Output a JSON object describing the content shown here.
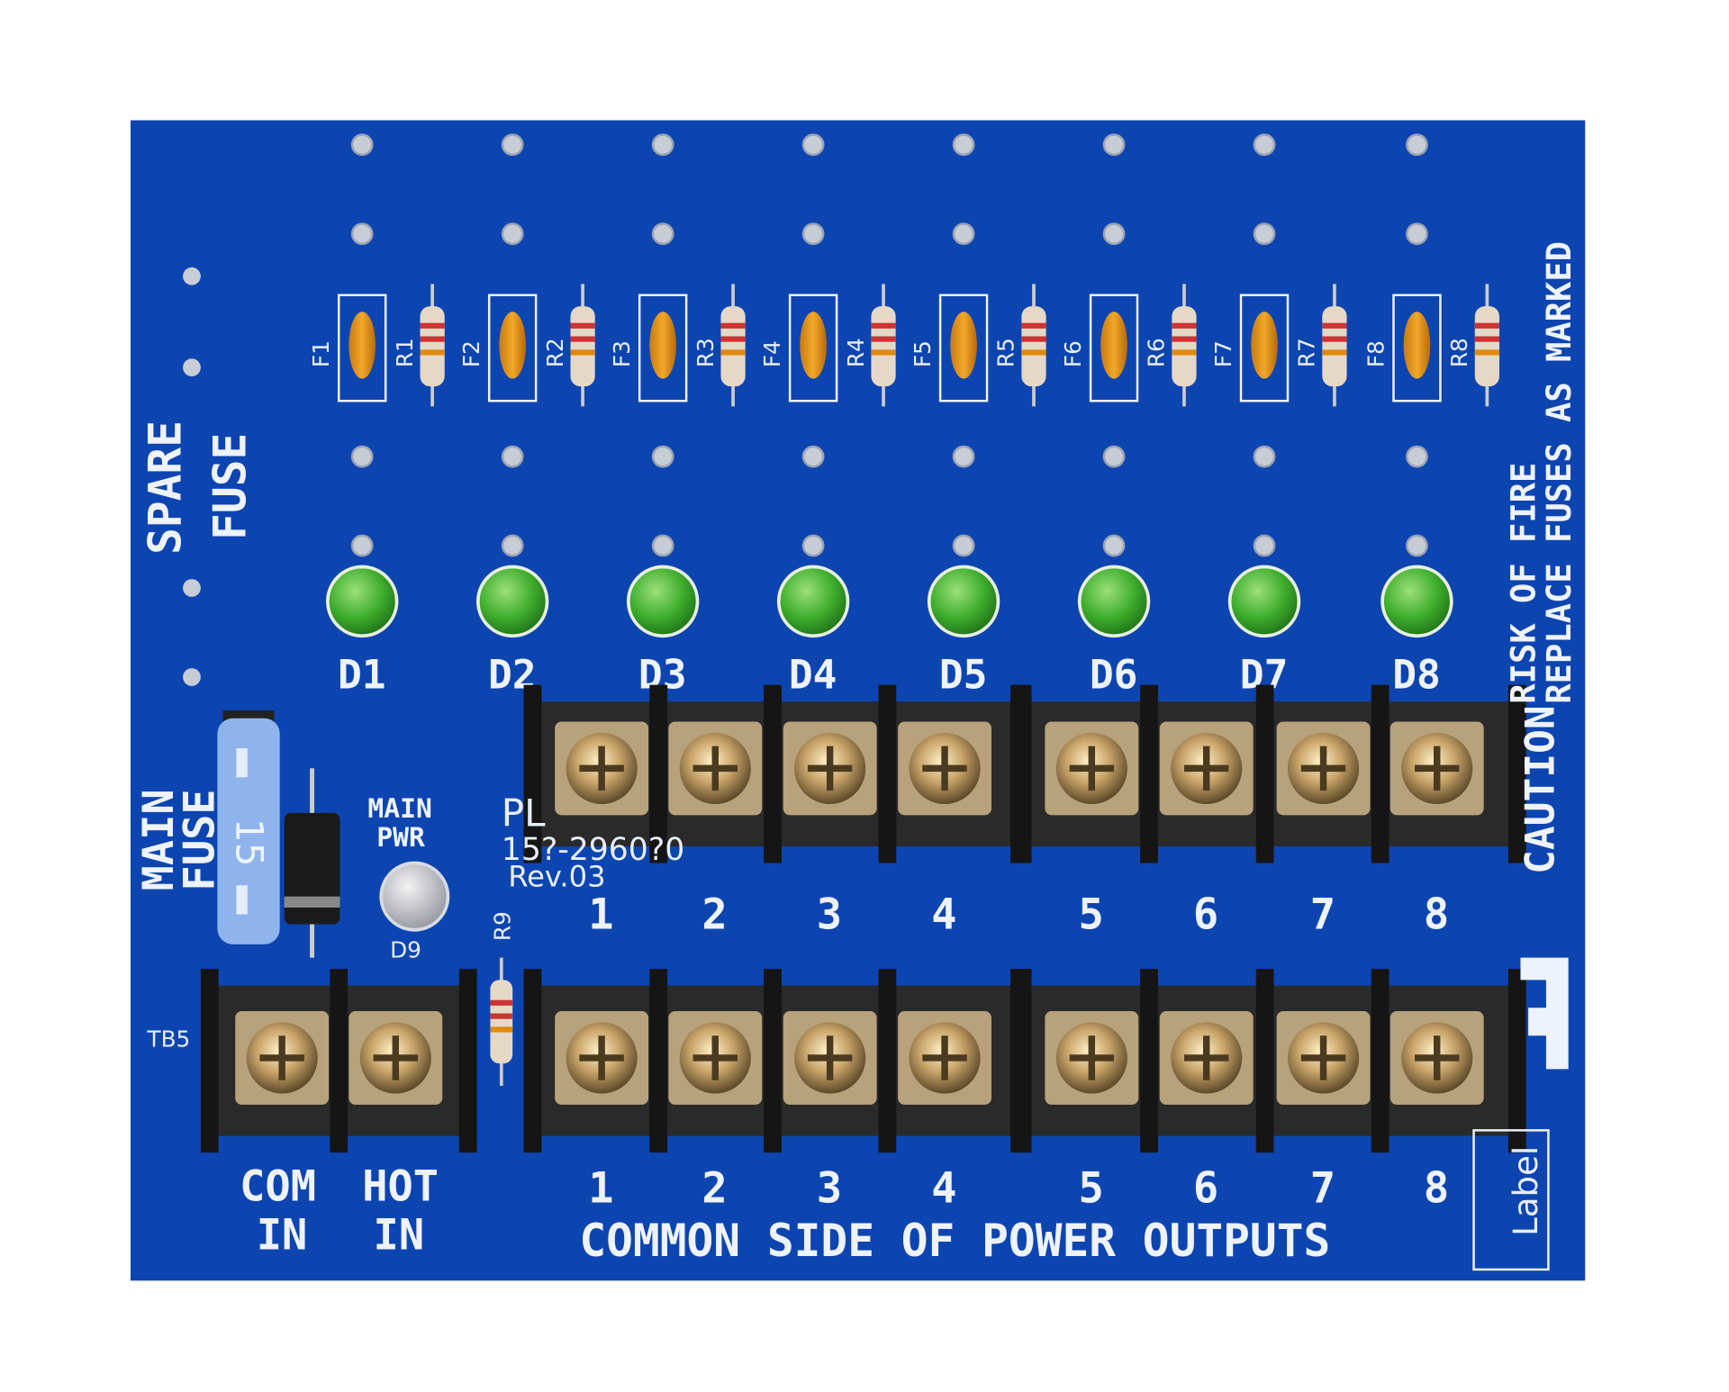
{
  "board": {
    "color": "#0d45b0",
    "part_prefix": "PL",
    "part_number": "15?-2960?0",
    "revision": "Rev.03",
    "spare_fuse_label": [
      "SPARE",
      "FUSE"
    ],
    "main_fuse_label": [
      "MAIN",
      "FUSE"
    ],
    "main_fuse_rating": "15",
    "main_pwr_label": [
      "MAIN",
      "PWR"
    ],
    "main_pwr_led": "D9",
    "r9_label": "R9",
    "tb5_label": "TB5",
    "input_labels": [
      [
        "COM",
        "IN"
      ],
      [
        "HOT",
        "IN"
      ]
    ],
    "caution": "CAUTION",
    "caution_line1": "RISK OF FIRE",
    "caution_line2": "REPLACE FUSES AS MARKED",
    "label_box": "Label",
    "common_side_label": "COMMON SIDE OF POWER OUTPUTS"
  },
  "channels": [
    {
      "fuse": "F1",
      "resistor": "R1",
      "led": "D1",
      "number": "1"
    },
    {
      "fuse": "F2",
      "resistor": "R2",
      "led": "D2",
      "number": "2"
    },
    {
      "fuse": "F3",
      "resistor": "R3",
      "led": "D3",
      "number": "3"
    },
    {
      "fuse": "F4",
      "resistor": "R4",
      "led": "D4",
      "number": "4"
    },
    {
      "fuse": "F5",
      "resistor": "R5",
      "led": "D5",
      "number": "5"
    },
    {
      "fuse": "F6",
      "resistor": "R6",
      "led": "D6",
      "number": "6"
    },
    {
      "fuse": "F7",
      "resistor": "R7",
      "led": "D7",
      "number": "7"
    },
    {
      "fuse": "F8",
      "resistor": "R8",
      "led": "D8",
      "number": "8"
    }
  ]
}
